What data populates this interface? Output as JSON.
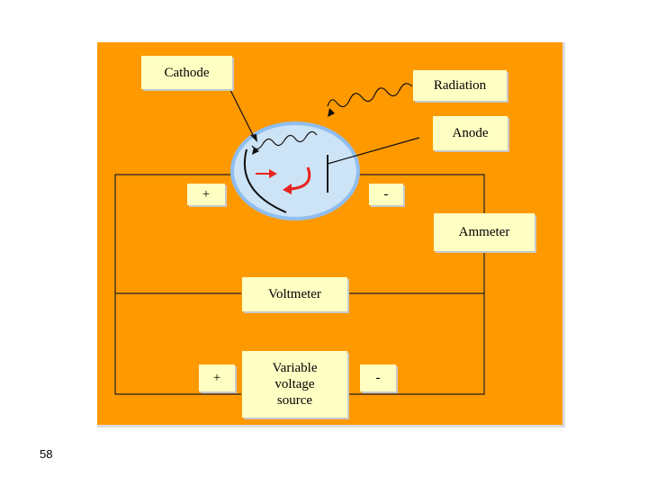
{
  "labels": {
    "cathode": "Cathode",
    "radiation": "Radiation",
    "anode": "Anode",
    "ammeter": "Ammeter",
    "voltmeter": "Voltmeter",
    "source_line1": "Variable",
    "source_line2": "voltage",
    "source_line3": "source",
    "tube_plus": "+",
    "tube_minus": "-",
    "source_plus": "+",
    "source_minus": "-"
  },
  "page": {
    "number": "58"
  },
  "colors": {
    "panel": "#ff9900",
    "label_fill": "#ffffc4",
    "tube_fill": "#cde3f6",
    "tube_rim": "#8fbef0",
    "arrow_red": "#e8231e"
  }
}
